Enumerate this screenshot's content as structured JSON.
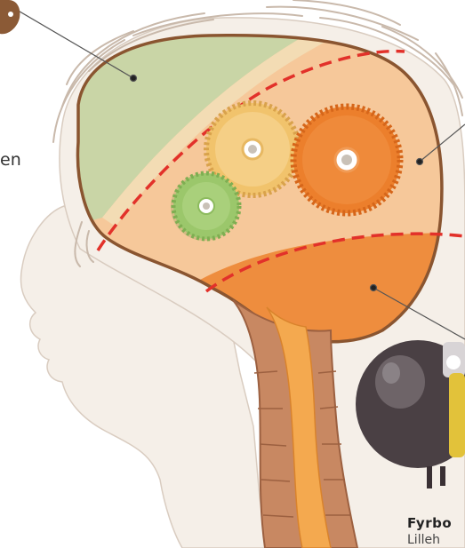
{
  "labels": {
    "partial_left": "en",
    "partial_bottom_title": "Fyrbo",
    "partial_bottom_sub": "Lilleh"
  },
  "colors": {
    "skin": "#f5efe8",
    "hair_outline": "#c9b9ab",
    "brain_outline": "#8a5530",
    "cortex_green": "#c9d5a6",
    "upper_brain": "#f6c89a",
    "lower_brain": "#ee8d3e",
    "dashed_divider": "#e2312a",
    "gear_yellow": "#f1c36c",
    "gear_orange": "#ec7f2c",
    "gear_green": "#9bc76b",
    "spine_outer": "#c88862",
    "spine_inner": "#f4a94f",
    "leader_line": "#555555"
  }
}
